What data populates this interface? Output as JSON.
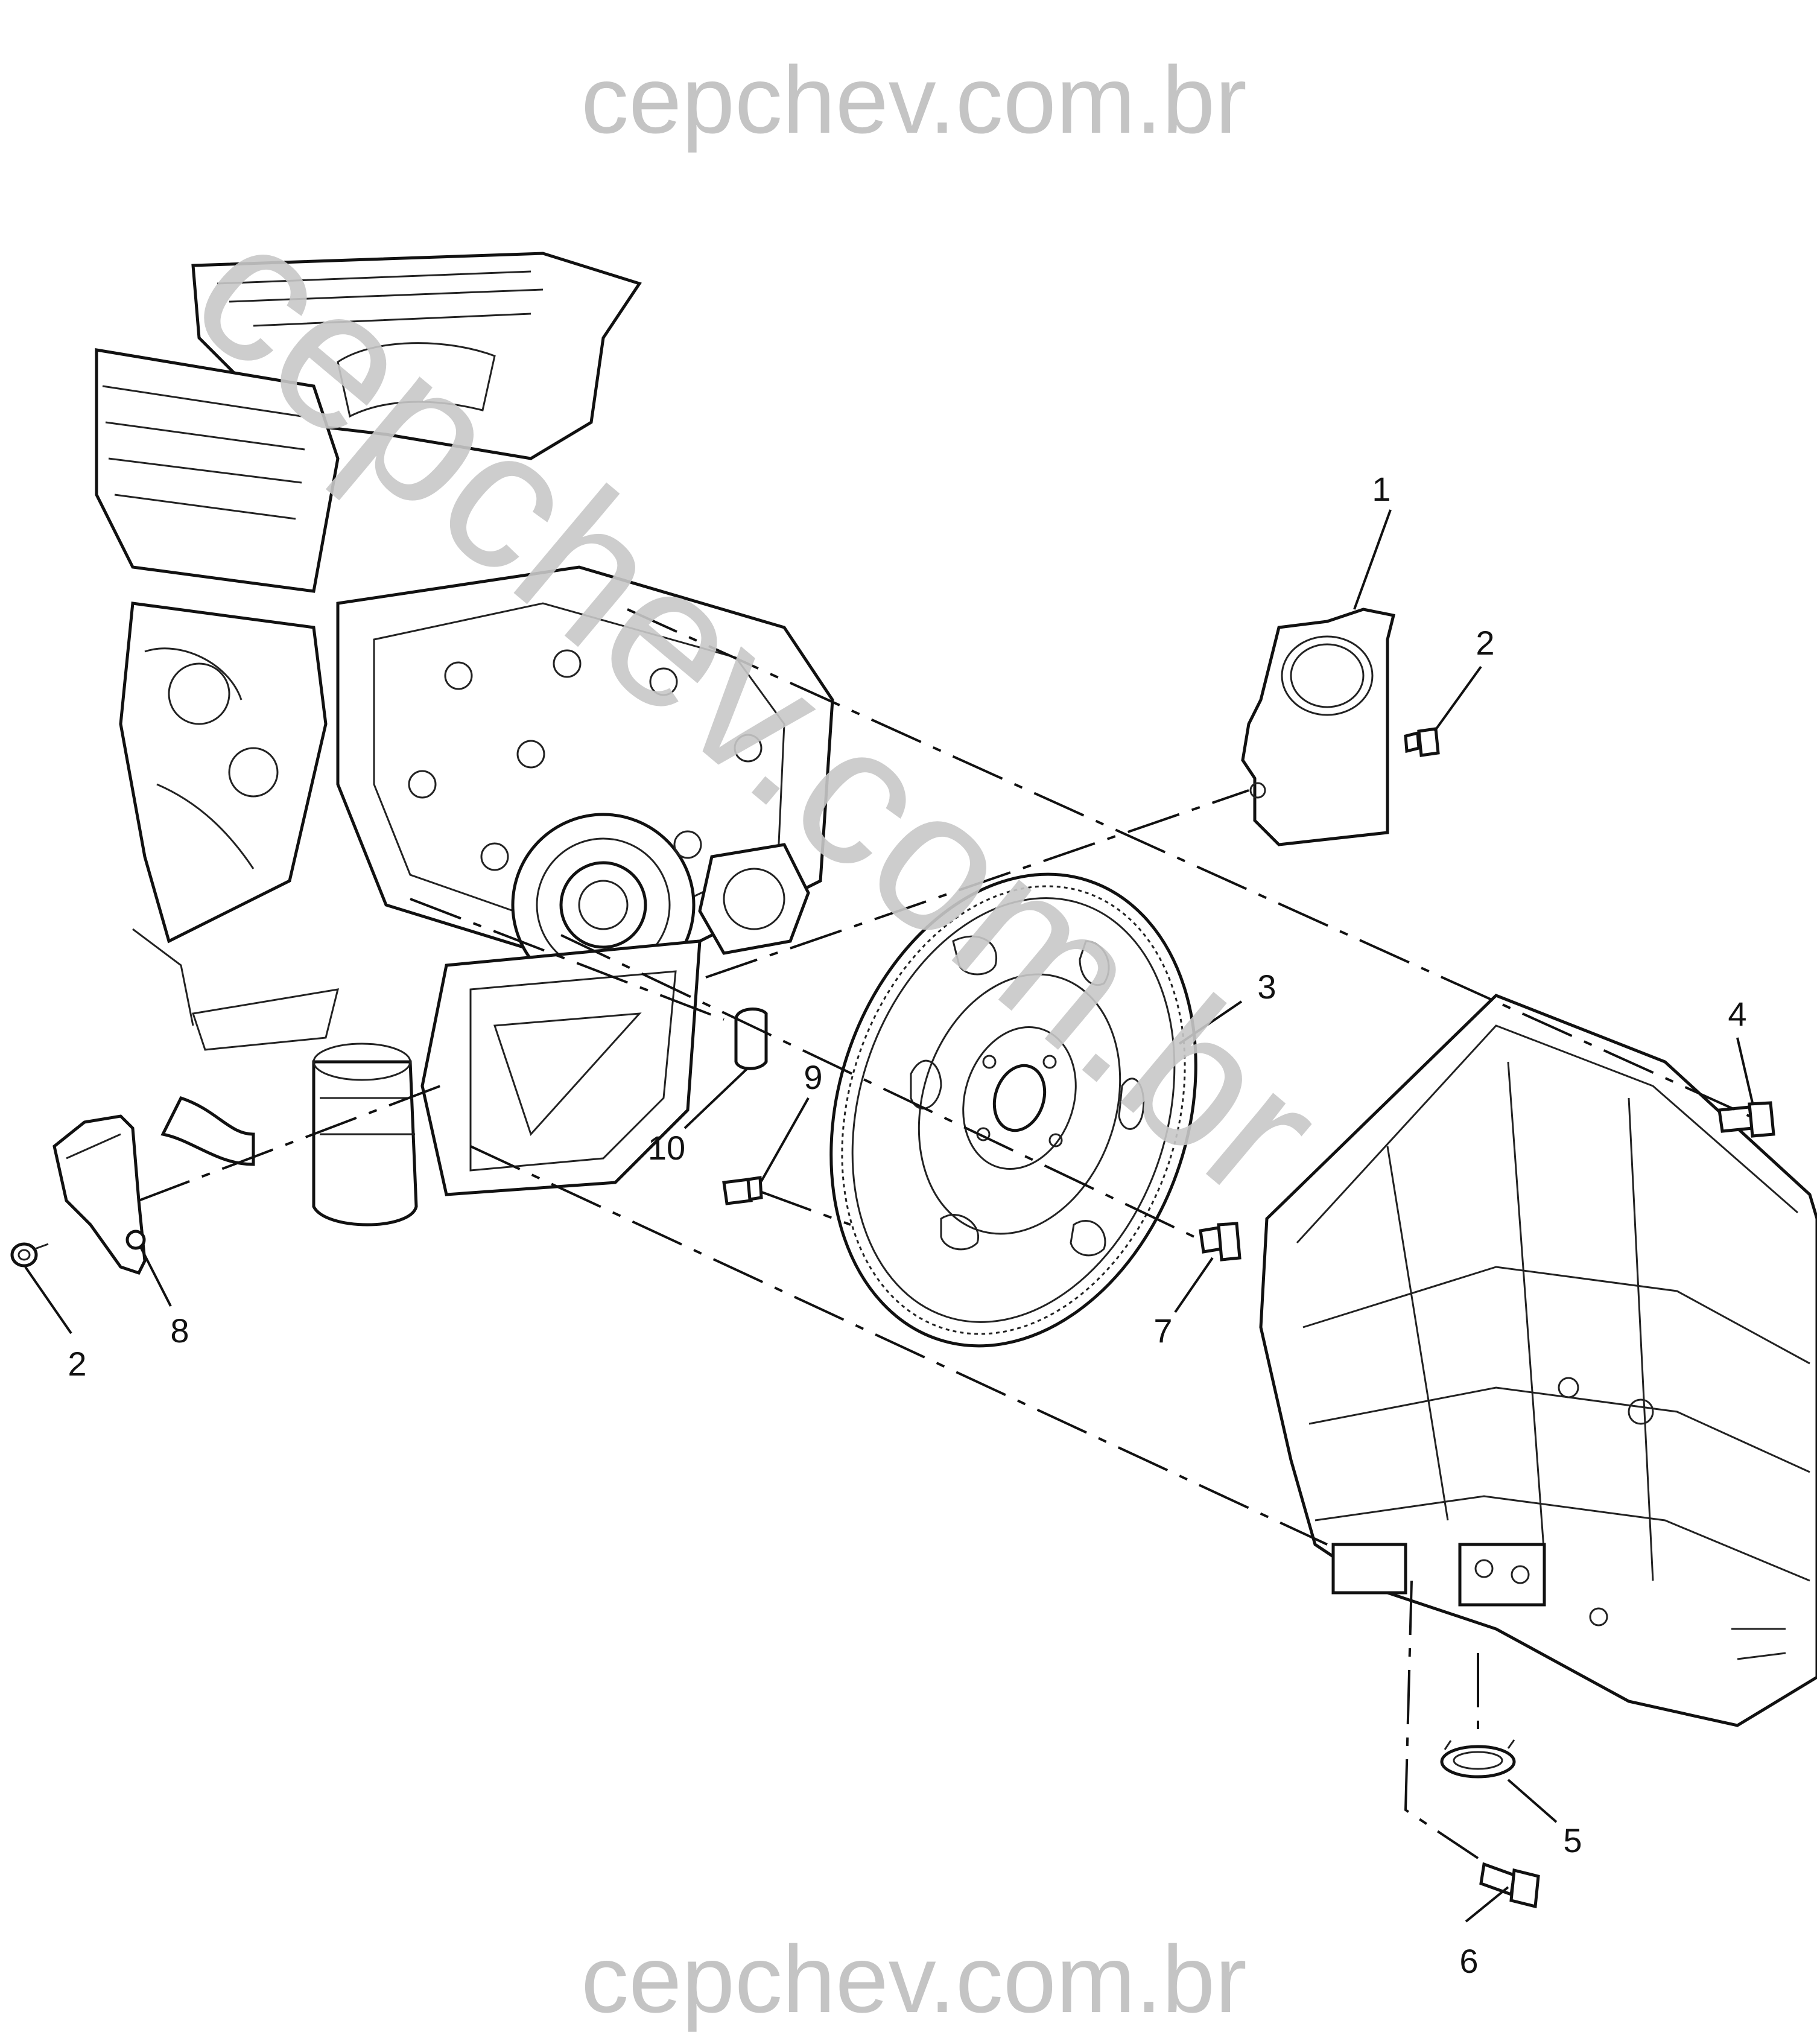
{
  "watermarks": {
    "top": "cepchev.com.br",
    "bottom": "cepchev.com.br",
    "diagonal": "cepchev.com.br"
  },
  "callouts": [
    {
      "id": "1",
      "label": "1"
    },
    {
      "id": "2a",
      "label": "2"
    },
    {
      "id": "2b",
      "label": "2"
    },
    {
      "id": "3",
      "label": "3"
    },
    {
      "id": "4",
      "label": "4"
    },
    {
      "id": "5",
      "label": "5"
    },
    {
      "id": "6",
      "label": "6"
    },
    {
      "id": "7",
      "label": "7"
    },
    {
      "id": "8",
      "label": "8"
    },
    {
      "id": "9",
      "label": "9"
    },
    {
      "id": "10",
      "label": "10"
    }
  ],
  "colors": {
    "line": "#111111",
    "watermark": "#c4c4c4",
    "background": "#ffffff"
  }
}
